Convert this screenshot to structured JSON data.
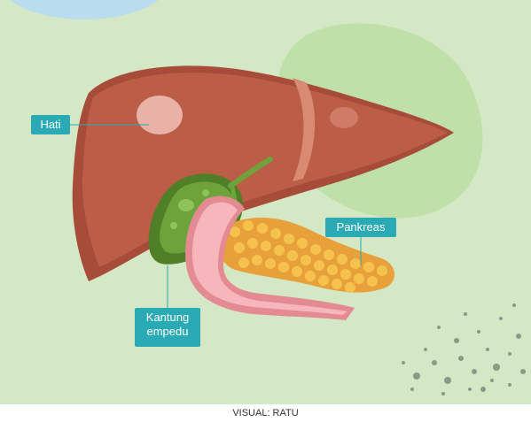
{
  "labels": {
    "liver": "Hati",
    "pancreas": "Pankreas",
    "gallbladder_line1": "Kantung",
    "gallbladder_line2": "empedu"
  },
  "caption": "VISUAL: RATU",
  "colors": {
    "background": "#d4e8c5",
    "label_bg": "#2aaab4",
    "liver": "#b0503d",
    "gallbladder": "#5b8f2e",
    "pancreas": "#f2b33d",
    "duodenum": "#f2a0a6"
  }
}
